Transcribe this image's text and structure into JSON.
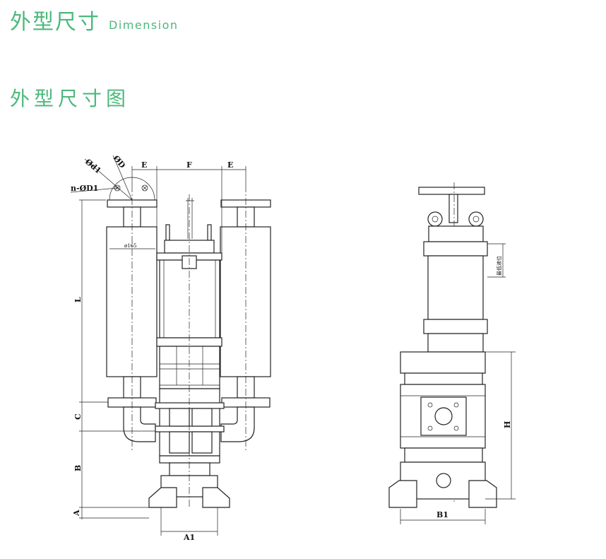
{
  "header": {
    "title_zh": "外型尺寸",
    "title_en": "Dimension"
  },
  "section": {
    "title": "外型尺寸图"
  },
  "diagram": {
    "labels": {
      "phi_d1": "Ød1",
      "phi_D": "ØD",
      "n_phi_D1": "n-ØD1",
      "E_left": "E",
      "F": "F",
      "E_right": "E",
      "phi165": "ø165",
      "L": "L",
      "C": "C",
      "B": "B",
      "A": "A",
      "A1": "A1",
      "H": "H",
      "B1": "B1",
      "side_note": "最低液位"
    }
  },
  "colors": {
    "accent": "#4cb87c",
    "line": "#222222"
  }
}
